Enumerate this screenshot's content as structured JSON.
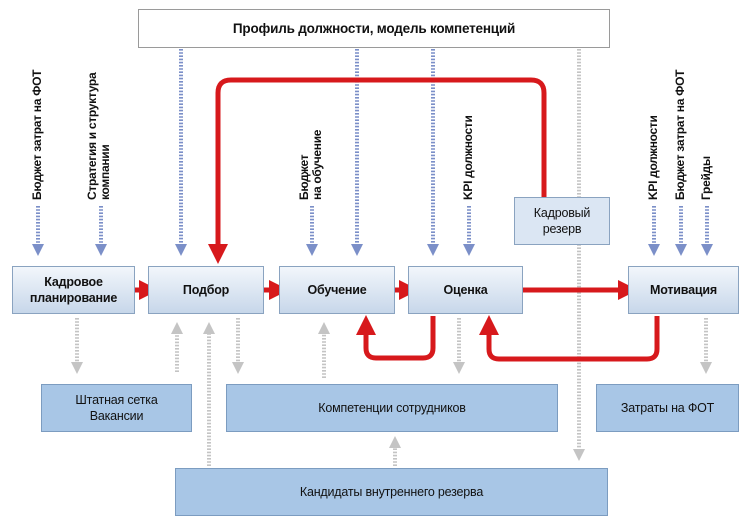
{
  "title": "Профиль должности, модель компетенций",
  "process": {
    "planning": [
      "Кадровое",
      "планирование"
    ],
    "selection": "Подбор",
    "training": "Обучение",
    "assessment": "Оценка",
    "motivation": "Мотивация"
  },
  "reserve": [
    "Кадровый",
    "резерв"
  ],
  "outputs": {
    "staffing": [
      "Штатная сетка",
      "Вакансии"
    ],
    "competencies": "Компетенции сотрудников",
    "payroll_costs": "Затраты на ФОТ",
    "candidates": "Кандидаты внутреннего резерва"
  },
  "inputs": {
    "planning_budget": "Бюджет затрат на ФОТ",
    "planning_strategy": [
      "Стратегия и структура",
      "компании"
    ],
    "training_budget": [
      "Бюджет",
      "на обучение"
    ],
    "assessment_kpi": "KPI должности",
    "motivation_kpi": "KPI должности",
    "motivation_budget": "Бюджет затрат на ФОТ",
    "motivation_grades": "Грейды"
  },
  "colors": {
    "flow_red": "#d7191c",
    "input_arrow_blue": "#7b8fc8",
    "gray_dotted": "#bdbdbd",
    "box_blue": "#a8c6e6"
  }
}
